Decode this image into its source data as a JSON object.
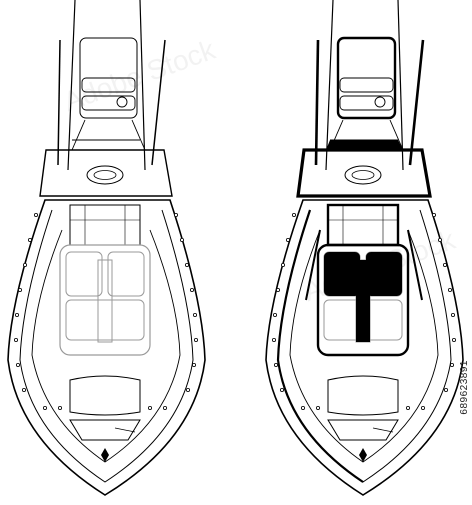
{
  "image": {
    "subject": "two-boats-top-view",
    "stock_id": "689623891",
    "watermark": "Adobe Stock",
    "colors": {
      "line": "#000000",
      "gray_line": "#9a9a9a",
      "background": "#ffffff"
    }
  }
}
